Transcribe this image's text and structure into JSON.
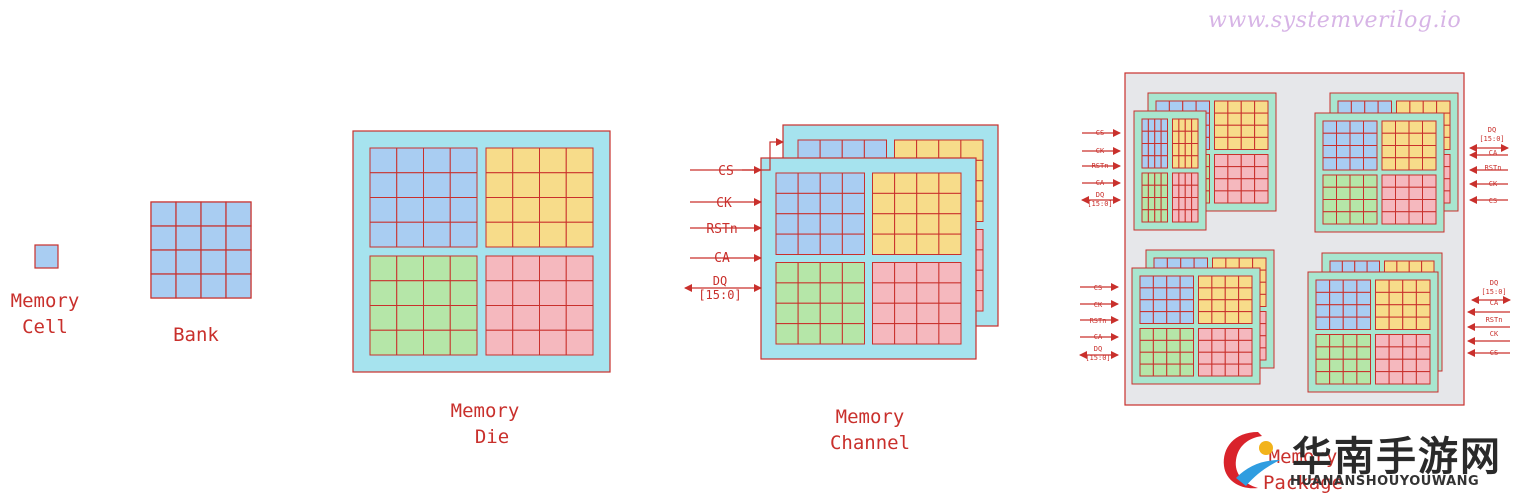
{
  "watermark": "www.systemverilog.io",
  "labels": {
    "cell": [
      "Memory",
      "Cell"
    ],
    "bank": "Bank",
    "die": [
      "Memory",
      "Die"
    ],
    "channel": [
      "Memory",
      "Channel"
    ],
    "package": [
      "Memory",
      "Package"
    ]
  },
  "signals": {
    "cs": "CS",
    "ck": "CK",
    "rstn": "RSTn",
    "ca": "CA",
    "dq": "DQ",
    "dq_width": "[15:0]"
  },
  "logo": {
    "title": "华南手游网",
    "subtitle": "HUANANSHOUYOUWANG"
  },
  "colors": {
    "outline": "#c9302c",
    "blue": "#a9cdf2",
    "yellow": "#f7dc8a",
    "green": "#b5e6a8",
    "pink": "#f5b8be",
    "die": "#a6e3ee",
    "channel_bg": "#a6e3ee",
    "package_bg": "#e6e7ea",
    "package_die": "#a8e6cf"
  }
}
